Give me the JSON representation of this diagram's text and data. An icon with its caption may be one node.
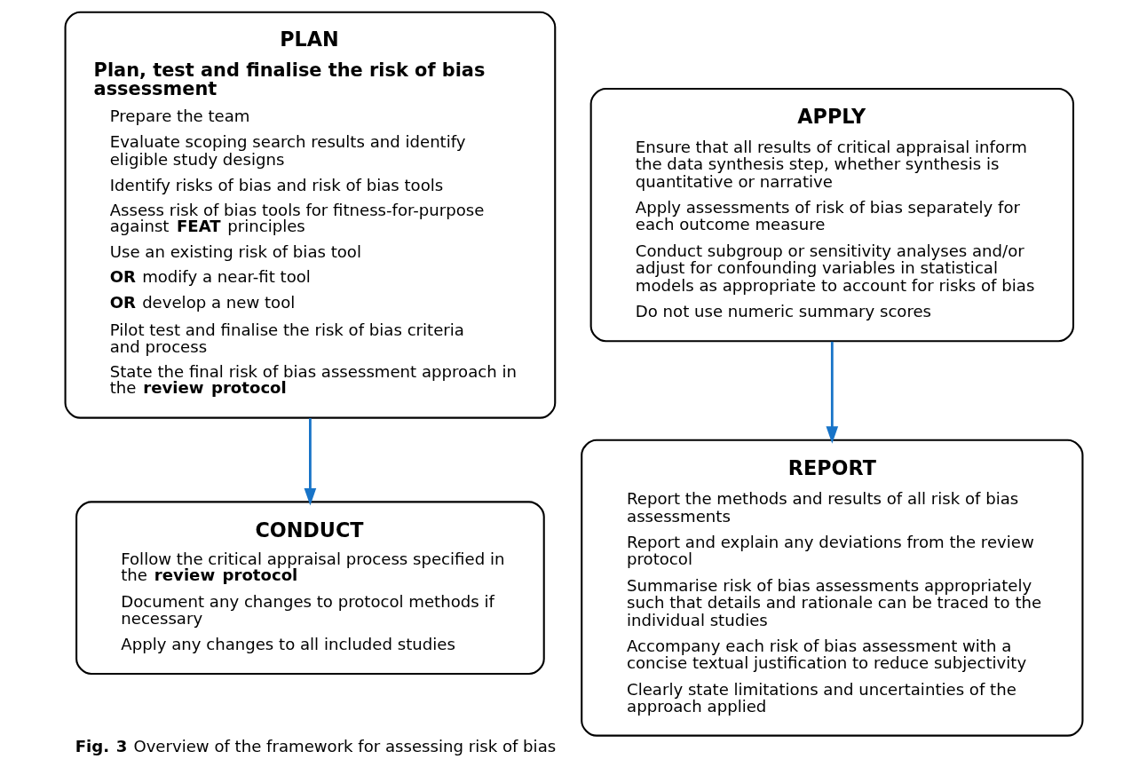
{
  "diagram": {
    "caption": "**Fig. 3** Overview of the framework for assessing risk of bias",
    "nodes": [
      {
        "text": [
          "PLAN",
          "Plan, test and finalise the risk of bias assessment",
          "Prepare the team",
          "Evaluate scoping search results and identify eligible study designs",
          "Identify risks of bias and risk of bias tools",
          "Assess risk of bias tools for fitness-for-purpose against **FEAT** principles",
          "Use an existing risk of bias tool",
          "**OR** modify a near-fit tool",
          "**OR** develop a new tool",
          "Pilot test and finalise the risk of bias criteria and process",
          "State the final risk of bias assessment approach in the **review protocol**"
        ]
      },
      {
        "text": [
          "CONDUCT",
          "Follow the critical appraisal process specified in the **review protocol**",
          "Document any changes to protocol methods if necessary",
          "Apply any changes to all included studies"
        ]
      },
      {
        "text": [
          "APPLY",
          "Ensure that all results of critical appraisal inform the data synthesis step, whether synthesis is quantitative or narrative",
          "Apply assessments of risk of bias separately for each outcome measure",
          "Conduct subgroup or sensitivity analyses and/or adjust for confounding variables in statistical models as appropriate to account for risks of bias",
          "Do not use numeric summary scores"
        ]
      },
      {
        "text": [
          "REPORT",
          "Report the methods and results of all risk of bias assessments",
          "Report and explain any deviations from the review protocol",
          "Summarise risk of bias assessments appropriately such that details and rationale can be traced to the individual studies",
          "Accompany each risk of bias assessment with a concise textual justification to reduce subjectivity",
          "Clearly state limitations and uncertainties of the approach applied"
        ]
      }
    ],
    "edges": [
      {
        "from": 0,
        "to": 1,
        "arrow": "to"
      },
      {
        "from": 2,
        "to": 3,
        "arrow": "to"
      }
    ]
  }
}
